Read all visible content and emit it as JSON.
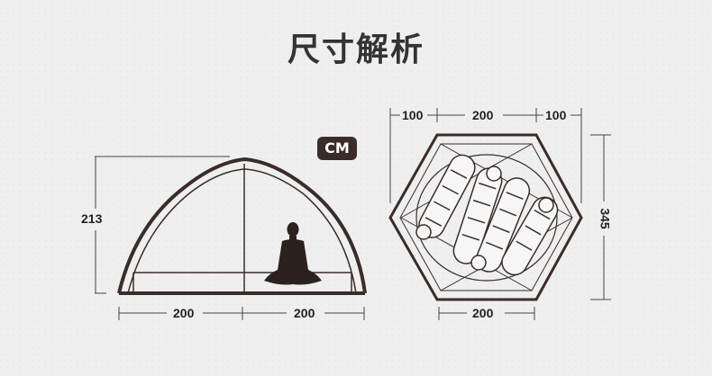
{
  "title": "尺寸解析",
  "unit": "CM",
  "side_view": {
    "height": "213",
    "width_left": "200",
    "width_right": "200"
  },
  "top_view": {
    "top_left": "100",
    "top_middle": "200",
    "top_right": "100",
    "side_length": "345",
    "bottom_width": "200"
  }
}
